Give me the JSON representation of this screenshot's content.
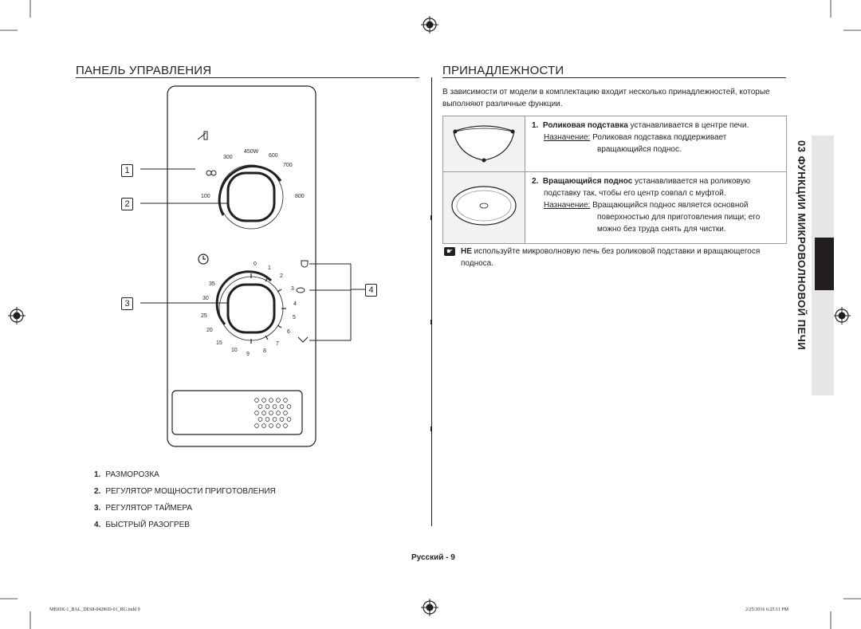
{
  "left": {
    "heading": "ПАНЕЛЬ УПРАВЛЕНИЯ",
    "callouts": [
      "1",
      "2",
      "3",
      "4"
    ],
    "power_labels": [
      "300",
      "450W",
      "600",
      "700",
      "100",
      "800"
    ],
    "timer_labels": [
      "0",
      "1",
      "2",
      "3",
      "4",
      "5",
      "6",
      "7",
      "8",
      "9",
      "10",
      "15",
      "20",
      "25",
      "30",
      "35"
    ],
    "legend": [
      {
        "num": "1.",
        "text": "РАЗМОРОЗКА"
      },
      {
        "num": "2.",
        "text": "РЕГУЛЯТОР МОЩНОСТИ ПРИГОТОВЛЕНИЯ"
      },
      {
        "num": "3.",
        "text": "РЕГУЛЯТОР ТАЙМЕРА"
      },
      {
        "num": "4.",
        "text": "БЫСТРЫЙ РАЗОГРЕВ"
      }
    ]
  },
  "right": {
    "heading": "ПРИНАДЛЕЖНОСТИ",
    "intro": "В зависимости от модели в комплектацию входит несколько принадлежностей, которые выполняют различные функции.",
    "items": [
      {
        "num": "1.",
        "title": "Роликовая подставка",
        "desc": " устанавливается в центре печи.",
        "purpose_label": "Назначение:",
        "purpose_line1": " Роликовая подставка поддерживает",
        "purpose_rest": "вращающийся поднос."
      },
      {
        "num": "2.",
        "title": "Вращающийся поднос",
        "desc": " устанавливается на роликовую",
        "desc_line2": "подставку так, чтобы его центр совпал с муфтой.",
        "purpose_label": "Назначение:",
        "purpose_line1": " Вращающийся поднос является основной",
        "purpose_rest": "поверхностью для приготовления пищи; его",
        "purpose_rest2": "можно без труда снять для чистки."
      }
    ],
    "note_bold": "НЕ",
    "note_text": " используйте микроволновую печь без роликовой подставки и вращающегося",
    "note_text2": "подноса."
  },
  "side_tab": "03 ФУНКЦИИ МИКРОВОЛНОВОЙ ПЕЧИ",
  "footer": {
    "page": "Русский - 9",
    "file": "ME81K-1_BAL_DE68-04286D-01_RU.indd   9",
    "date": "2/25/2016   6:25:11 PM"
  }
}
